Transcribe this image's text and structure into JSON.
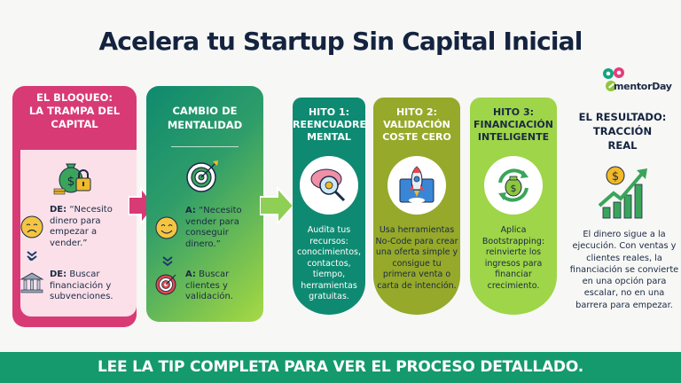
{
  "title": "Acelera tu Startup Sin Capital Inicial",
  "logo": {
    "text": "mentorDay",
    "icon": "mentorday-logo-icon"
  },
  "colors": {
    "pink": "#d83a75",
    "pink_light": "#fbe0e9",
    "teal": "#0f8a72",
    "olive": "#96a92a",
    "lime": "#9fd548",
    "navy": "#14233f",
    "footer_green": "#149a6d"
  },
  "cards": {
    "bloqueo": {
      "title_line1": "EL BLOQUEO:",
      "title_line2": "LA TRAMPA DEL",
      "title_line3": "CAPITAL",
      "icon": "money-bag-lock-icon",
      "item1": {
        "prefix": "DE:",
        "text": "“Necesito dinero para empezar a vender.”",
        "icon": "sad-face-icon"
      },
      "item2": {
        "prefix": "DE:",
        "text": "Buscar financiación y subvenciones.",
        "icon": "bank-icon"
      }
    },
    "mentalidad": {
      "title_line1": "CAMBIO DE",
      "title_line2": "MENTALIDAD",
      "icon": "target-icon",
      "item1": {
        "prefix": "A:",
        "text": "“Necesito vender para conseguir dinero.”",
        "icon": "happy-face-icon"
      },
      "item2": {
        "prefix": "A:",
        "text": "Buscar clientes y validación.",
        "icon": "target-arrow-icon"
      }
    }
  },
  "hitos": [
    {
      "title_line1": "HITO 1:",
      "title_line2": "REENCUADRE",
      "title_line3": "MENTAL",
      "icon": "brain-magnifier-icon",
      "text": "Audita tus recursos: conocimientos, contactos, tiempo, herramientas gratuitas."
    },
    {
      "title_line1": "HITO 2:",
      "title_line2": "VALIDACIÓN",
      "title_line3": "COSTE CERO",
      "icon": "rocket-blueprint-icon",
      "text": "Usa herramientas No-Code para crear una oferta simple y consigue tu primera venta o carta de intención."
    },
    {
      "title_line1": "HITO 3:",
      "title_line2": "FINANCIACIÓN",
      "title_line3": "INTELIGENTE",
      "icon": "money-cycle-icon",
      "text": "Aplica Bootstrapping: reinvierte los ingresos para financiar crecimiento."
    }
  ],
  "result": {
    "title_line1": "EL RESULTADO:",
    "title_line2": "TRACCIÓN",
    "title_line3": "REAL",
    "icon": "growth-chart-icon",
    "text": "El dinero sigue a la ejecución. Con ventas y clientes reales, la financiación se convierte en una opción para escalar, no en una barrera para empezar."
  },
  "footer": {
    "cta": "LEE LA TIP COMPLETA PARA VER EL PROCESO DETALLADO."
  }
}
